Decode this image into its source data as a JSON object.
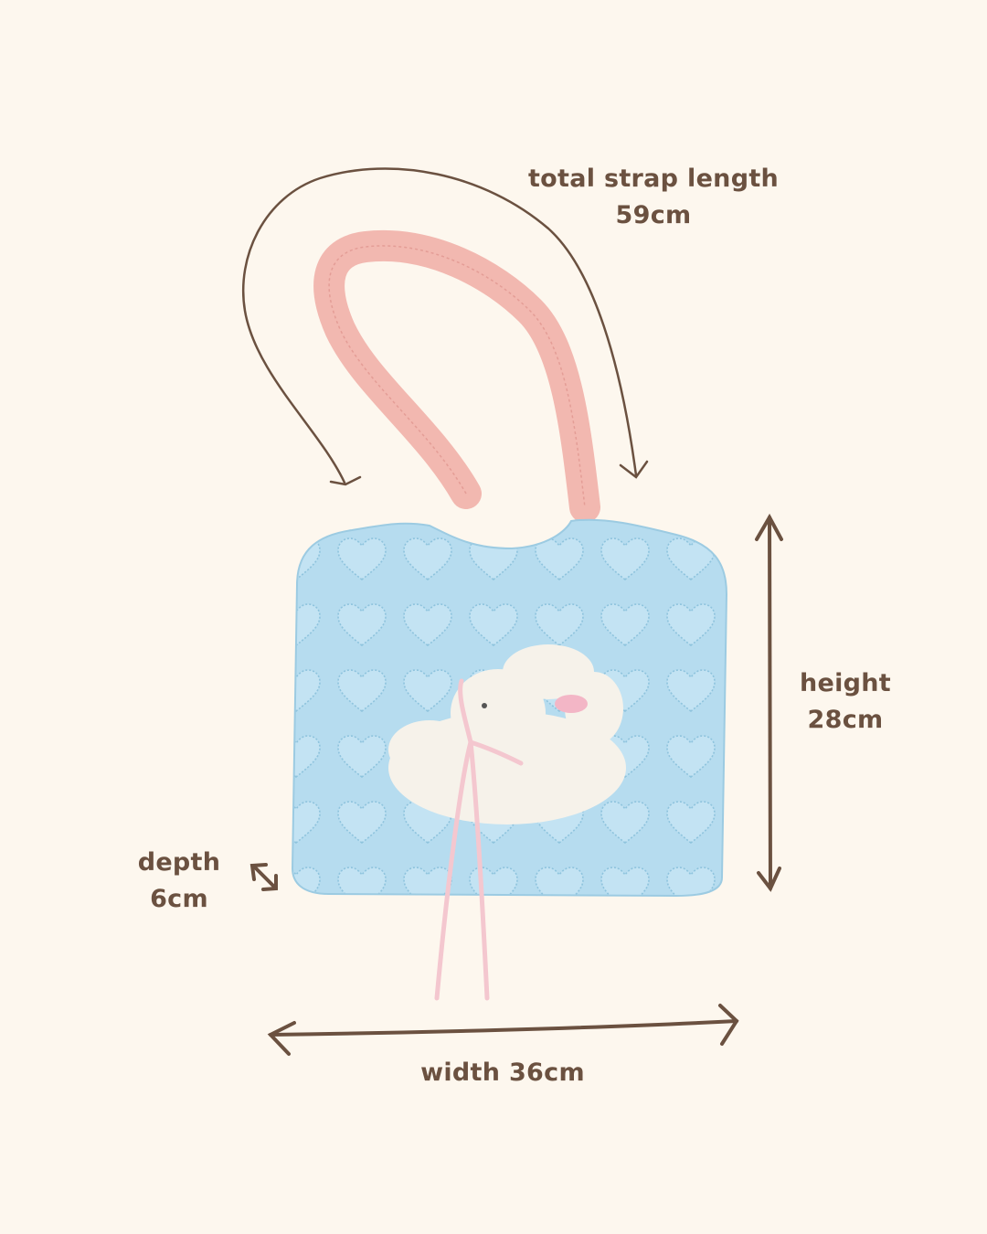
{
  "colors": {
    "background": "#fdf7ee",
    "ink": "#6b5140",
    "bag_blue": "#b6dcef",
    "bag_stitch": "#8ec3dd",
    "strap_pink": "#f2b8b0",
    "bunny_white": "#f6f2ea",
    "ribbon_pink": "#f4c7cf"
  },
  "measurements": {
    "strap": {
      "title": "total strap length",
      "value": "59cm"
    },
    "height": {
      "title": "height",
      "value": "28cm"
    },
    "depth": {
      "title": "depth",
      "value": "6cm"
    },
    "width": {
      "label": "width 36cm"
    }
  },
  "product": {
    "description": "quilted heart tote bag with bunny appliqué and pink ribbon"
  }
}
